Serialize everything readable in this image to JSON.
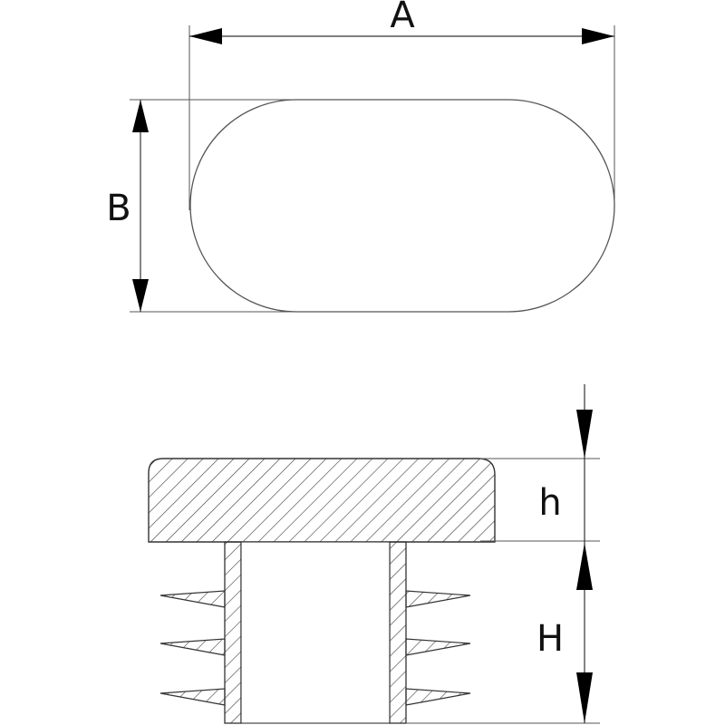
{
  "diagram": {
    "dimensions": {
      "a_label": "A",
      "b_label": "B",
      "h_small_label": "h",
      "h_large_label": "H"
    },
    "colors": {
      "line": "#2b2b2b",
      "arrow": "#000000",
      "background": "#ffffff"
    }
  }
}
